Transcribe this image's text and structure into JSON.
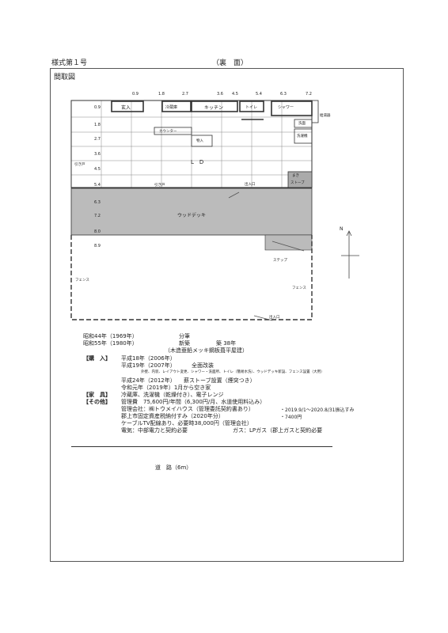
{
  "header": {
    "form_number": "様式第１号",
    "side": "（裏　面）"
  },
  "floorplan": {
    "title": "間取図",
    "col_marks": [
      "0.9",
      "1.8",
      "2.7",
      "3.6",
      "4.5",
      "5.4",
      "6.3",
      "7.2"
    ],
    "row_marks": [
      "0.9",
      "1.8",
      "2.7",
      "3.6",
      "4.5",
      "5.4",
      "6.3",
      "7.2",
      "8.0",
      "8.9"
    ],
    "rooms": {
      "genkan": "玄入",
      "fridge": "冷蔵庫",
      "kitchen": "キッチン",
      "toilet": "トイレ",
      "shower": "シャワー",
      "water_heater": "給湯器",
      "washstand": "洗面",
      "washer": "洗濯機",
      "counter": "カウンター",
      "closet": "物入",
      "sliding_door_left": "引き戸",
      "sliding_door_bottom": "引き戸",
      "ld": "L　D",
      "entrance_right": "出入口",
      "stove_line1": "まき",
      "stove_line2": "ストーブ",
      "wood_deck": "ウッドデッキ",
      "step": "ステップ",
      "fence_left": "フェンス",
      "fence_right": "フェンス",
      "entrance_bottom": "出入口"
    },
    "compass_n": "N"
  },
  "info": {
    "build1_date": "昭和44年（1969年）",
    "build1_label": "分筆",
    "build2_date": "昭和55年（1980年）",
    "build2_label": "新築",
    "build2_age": "築 38年",
    "build2_structure": "（木造亜鉛メッキ鋼板葺平屋建）",
    "purchase_label": "【購　入】",
    "purchase_date": "平成18年（2006年）",
    "renov_date": "平成19年（2007年）",
    "renov_label": "全面改装",
    "renov_detail": "外壁、内装、レイアウト変更、シャワー・洗面所、トイレ（簡易水洗）、ウッドデッキ新設、フェンス設置（大用）",
    "stove_date": "平成24年（2012年）",
    "stove_label": "薪ストーブ設置（煙突つき）",
    "vacant": "令和元年（2019年）1月から空き家",
    "furniture_label": "【家　具】",
    "furniture": "冷蔵庫、洗濯機（乾燥付き）、電子レンジ",
    "other_label": "【その他】",
    "other1": "管理費　75,600円/年間（6,300円/月、水道使用料込み）",
    "other2": "管理会社：㈱トウメイハウス（管理委託契約書あり）",
    "other2_note": "・2019.9/1～2020.8/31振込すみ",
    "other3": "郡上市固定資産税納付すみ（2020年分）",
    "other3_note": "・7400円",
    "other4": "ケーブルTV配線あり、必要時38,000円（管理会社）",
    "other5": "電気：中部電力と契約必要",
    "other5_gas": "ガス：LPガス（郡上ガスと契約必要"
  },
  "road": "道　路（6m）"
}
